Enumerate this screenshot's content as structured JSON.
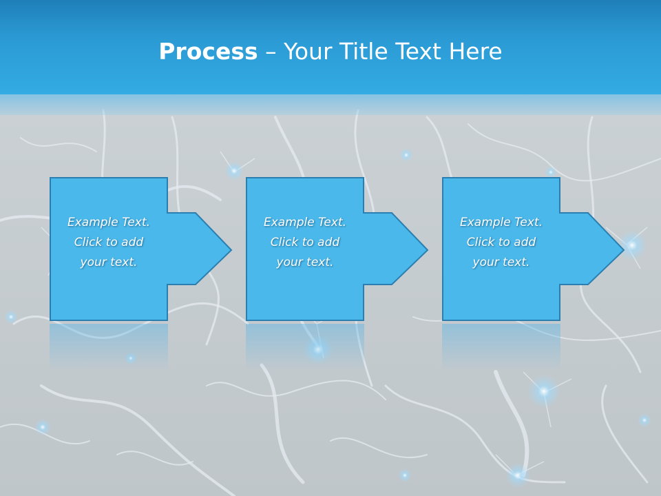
{
  "slide": {
    "title_bold": "Process",
    "title_rest": " – Your Title Text Here"
  },
  "steps": [
    {
      "line1": "Example Text.",
      "line2": "Click  to add",
      "line3": "your text."
    },
    {
      "line1": "Example Text.",
      "line2": "Click  to add",
      "line3": "your text."
    },
    {
      "line1": "Example Text.",
      "line2": "Click  to add",
      "line3": "your text."
    }
  ],
  "colors": {
    "title_bar": "#2b9ad4",
    "box_fill": "#4ab8ea",
    "box_stroke": "#2a7fb0",
    "background": "#c4cacd"
  }
}
